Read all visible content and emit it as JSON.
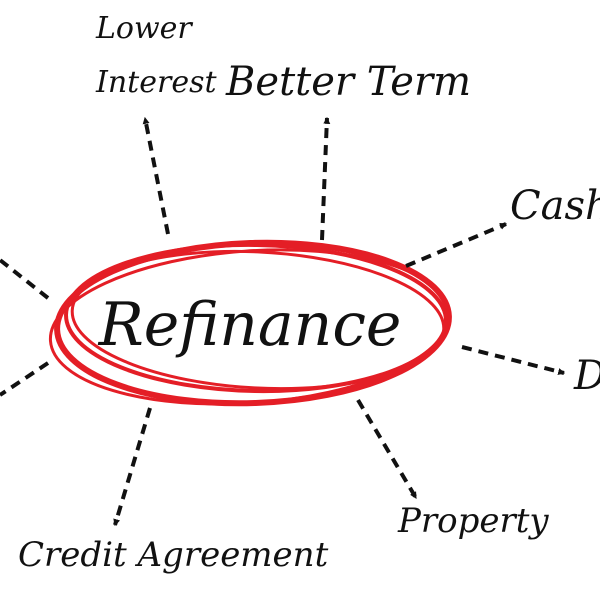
{
  "center": {
    "label": "Refinance"
  },
  "branches": {
    "lower_interest": {
      "line1": "Lower",
      "line2": "Interest"
    },
    "better_term": "Better Term",
    "cash": "Cash",
    "d": "D",
    "property": "Property",
    "credit_agreement": "Credit Agreement"
  },
  "colors": {
    "ring": "#e41e26",
    "ink": "#111111"
  }
}
